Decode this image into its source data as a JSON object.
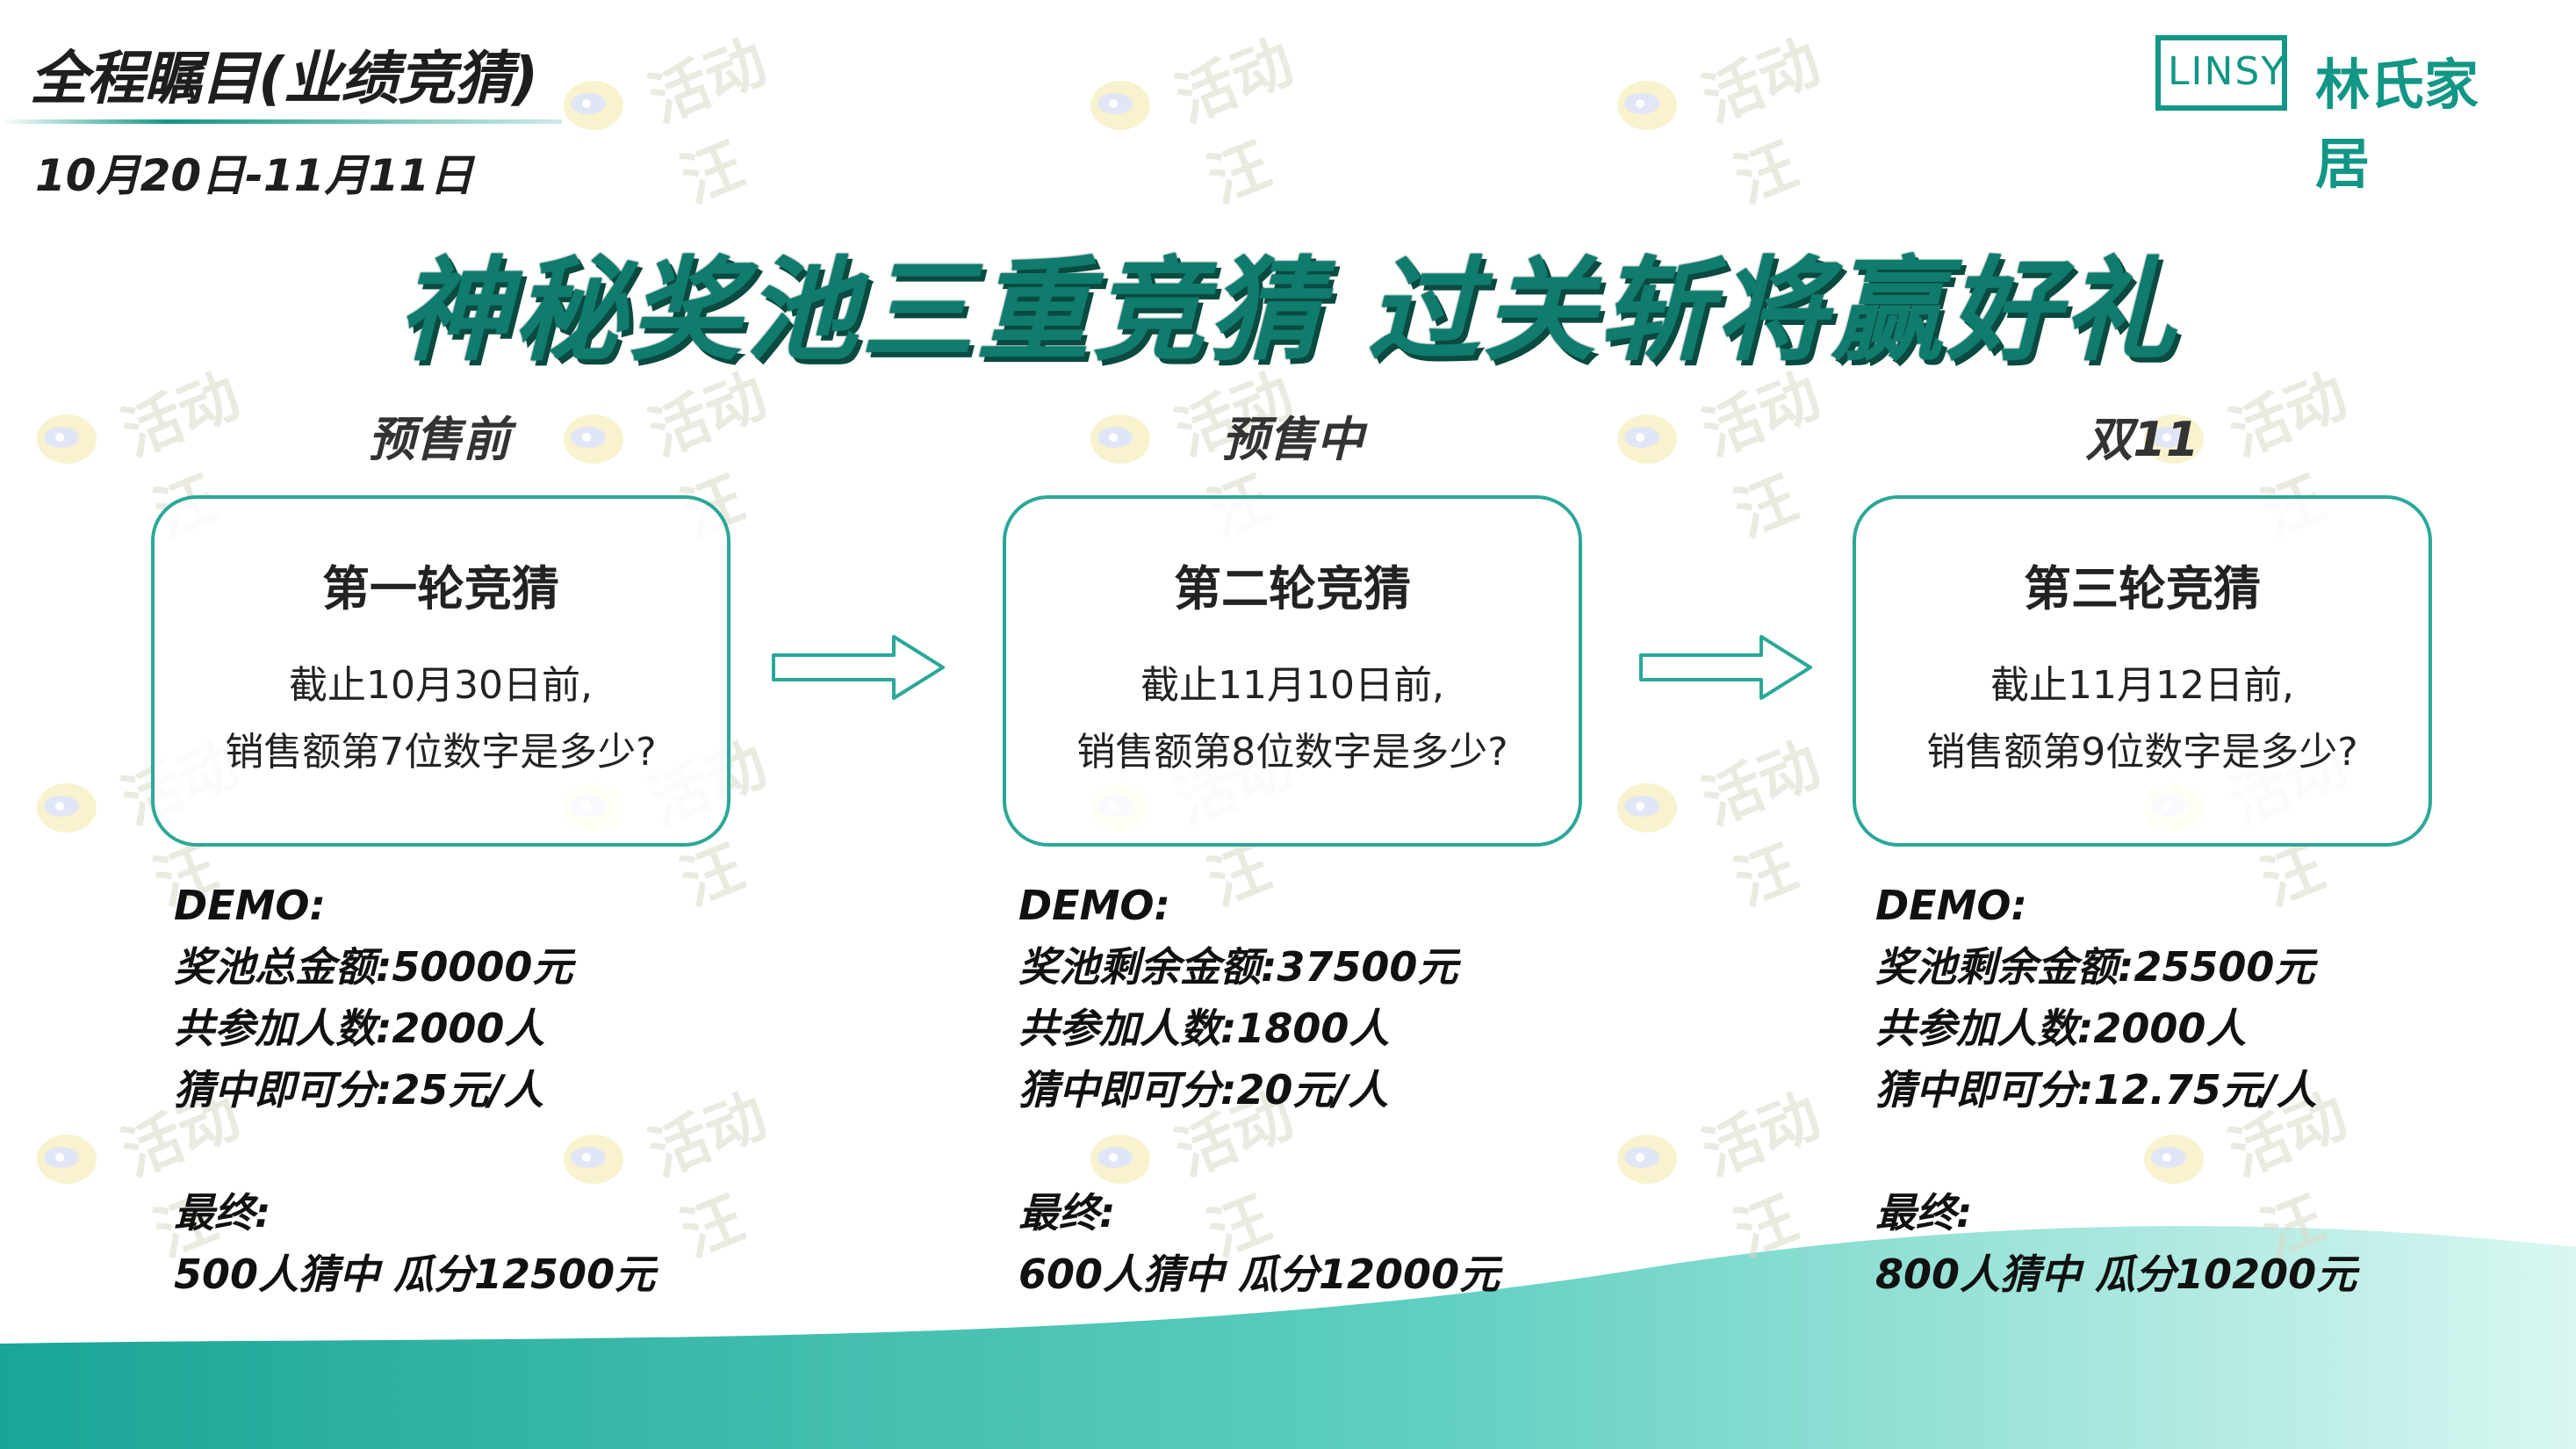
{
  "header": {
    "title": "全程瞩目(业绩竞猜)",
    "date_range": "10月20日-11月11日"
  },
  "logo": {
    "latin": "LINSY",
    "name": "林氏家居"
  },
  "main_title": "神秘奖池三重竞猜 过关斩将赢好礼",
  "watermark_text": "活动汪",
  "colors": {
    "accent": "#129686",
    "title": "#0f7c6e",
    "card_border": "#2aa898"
  },
  "stages": [
    {
      "phase": "预售前",
      "card_title": "第一轮竞猜",
      "question_line1": "截止10月30日前,",
      "question_line2": "销售额第7位数字是多少?",
      "demo_label": "DEMO:",
      "pool_line": "奖池总金额:50000元",
      "participants_line": "共参加人数:2000人",
      "share_line": "猜中即可分:25元/人",
      "final_label": "最终:",
      "final_line": "500人猜中 瓜分12500元"
    },
    {
      "phase": "预售中",
      "card_title": "第二轮竞猜",
      "question_line1": "截止11月10日前,",
      "question_line2": "销售额第8位数字是多少?",
      "demo_label": "DEMO:",
      "pool_line": "奖池剩余金额:37500元",
      "participants_line": "共参加人数:1800人",
      "share_line": "猜中即可分:20元/人",
      "final_label": "最终:",
      "final_line": "600人猜中 瓜分12000元"
    },
    {
      "phase": "双11",
      "card_title": "第三轮竞猜",
      "question_line1": "截止11月12日前,",
      "question_line2": "销售额第9位数字是多少?",
      "demo_label": "DEMO:",
      "pool_line": "奖池剩余金额:25500元",
      "participants_line": "共参加人数:2000人",
      "share_line": "猜中即可分:12.75元/人",
      "final_label": "最终:",
      "final_line": "800人猜中 瓜分10200元"
    }
  ]
}
